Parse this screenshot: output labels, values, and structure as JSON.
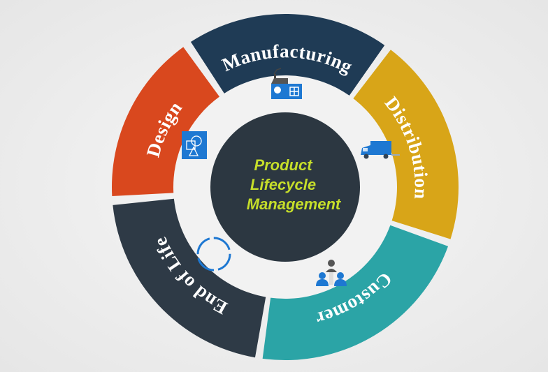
{
  "title": [
    "Product",
    "Lifecycle",
    "Management"
  ],
  "segments": [
    {
      "id": "manufacturing",
      "label": "Manufacturing",
      "color": "#1f3b55",
      "icon": "factory-icon"
    },
    {
      "id": "distribution",
      "label": "Distribution",
      "color": "#d8a518",
      "icon": "truck-icon"
    },
    {
      "id": "customer",
      "label": "Customer",
      "color": "#2ba4a6",
      "icon": "people-hierarchy-icon"
    },
    {
      "id": "end-of-life",
      "label": "End of Life",
      "color": "#2e3a46",
      "icon": "cycle-icon"
    },
    {
      "id": "design",
      "label": "Design",
      "color": "#d9481e",
      "icon": "design-shapes-icon"
    }
  ],
  "colors": {
    "center": "#2c3741",
    "title": "#c6de2a",
    "icon": "#1e78d2",
    "inner_ring": "#f2f2f2"
  }
}
